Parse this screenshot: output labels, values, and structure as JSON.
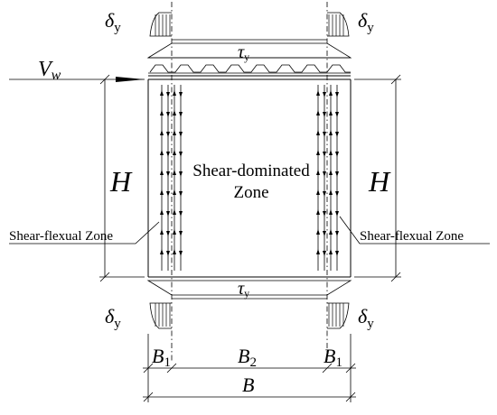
{
  "labels": {
    "delta_y": "δ",
    "delta_sub": "y",
    "tau_y": "τ",
    "tau_sub": "y",
    "V_w": "V",
    "V_sub": "w",
    "H": "H",
    "shear_dominated_line1": "Shear-dominated",
    "shear_dominated_line2": "Zone",
    "shear_flexual_left": "Shear-flexual Zone",
    "shear_flexual_right": "Shear-flexual Zone",
    "B1": "B",
    "B1_sub": "1",
    "B2": "B",
    "B2_sub": "2",
    "B": "B"
  }
}
